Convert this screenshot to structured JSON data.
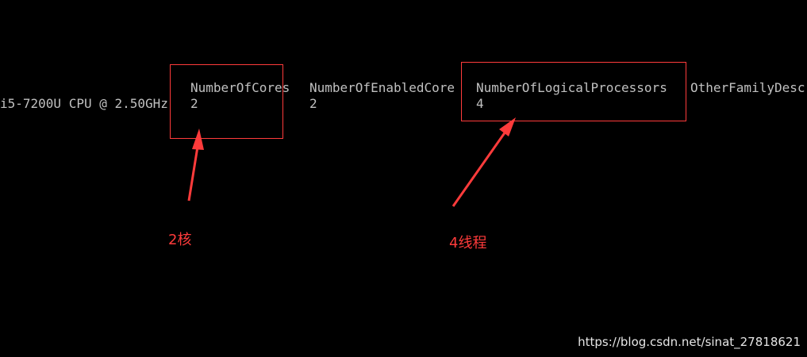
{
  "terminal": {
    "name_value": "i5-7200U CPU @ 2.50GHz",
    "cores_header": "NumberOfCores",
    "cores_value": "2",
    "enabled_header": "NumberOfEnabledCore",
    "enabled_value": "2",
    "logical_header": "NumberOfLogicalProcessors",
    "logical_value": "4",
    "other_header": "OtherFamilyDesc"
  },
  "annotations": {
    "cores_note": "2核",
    "threads_note": "4线程",
    "color": "#ff3b3b"
  },
  "watermark": {
    "text": "https://blog.csdn.net/sinat_27818621"
  }
}
